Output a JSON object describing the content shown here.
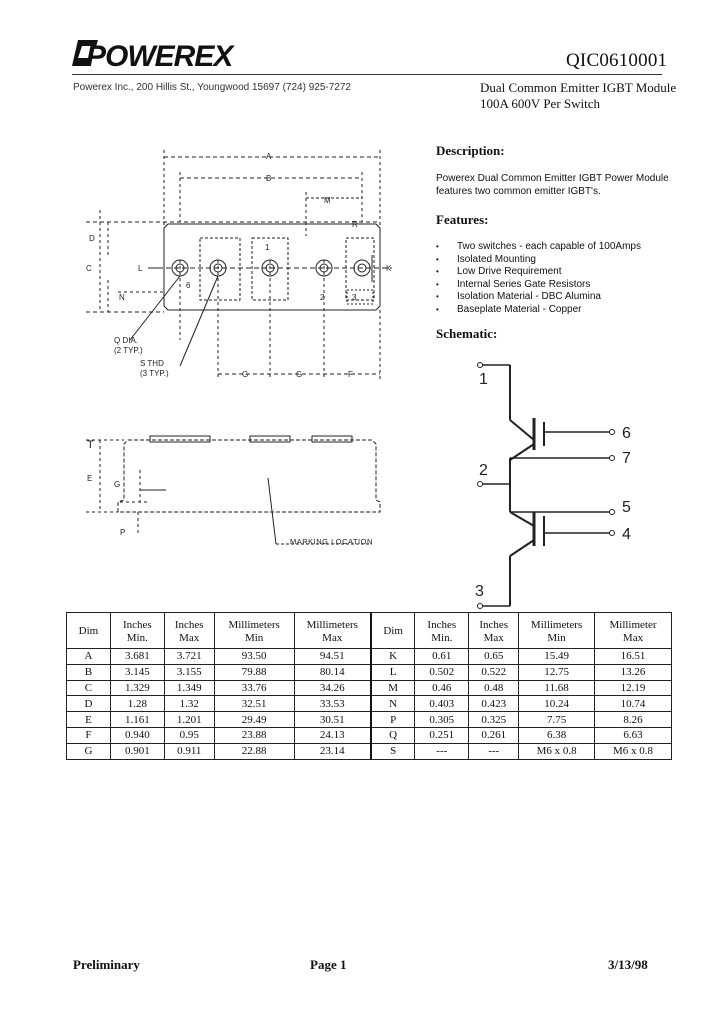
{
  "header": {
    "logo_text": "POWEREX",
    "doc_number": "QIC0610001",
    "address": "Powerex Inc., 200 Hillis St., Youngwood 15697 (724) 925-7272",
    "subtitle_line1": "Dual Common Emitter IGBT Module",
    "subtitle_line2": "100A 600V Per Switch"
  },
  "description": {
    "heading": "Description:",
    "text": "Powerex  Dual Common Emitter IGBT Power Module features two common emitter IGBT's."
  },
  "features": {
    "heading": "Features:",
    "items": [
      "Two switches - each capable of 100Amps",
      "Isolated Mounting",
      "Low Drive Requirement",
      "Internal Series Gate Resistors",
      "Isolation Material  - DBC Alumina",
      "Baseplate Material  - Copper"
    ]
  },
  "schematic": {
    "heading": "Schematic:",
    "terminals": [
      "1",
      "6",
      "2",
      "7",
      "5",
      "4",
      "3"
    ]
  },
  "outline_drawing": {
    "top_view_labels": [
      "A",
      "B",
      "M",
      "D",
      "C",
      "N",
      "L",
      "K",
      "R",
      "Q  DIA.",
      "(2 TYP.)",
      "S  THD",
      "(3 TYP.)",
      "G",
      "G",
      "F"
    ],
    "terminal_numbers": [
      "6",
      "1",
      "2",
      "3"
    ],
    "side_view_labels": [
      "T",
      "E",
      "G",
      "P"
    ],
    "marking_note": "MARKING LOCATION"
  },
  "dimensions_table": {
    "headers": [
      "Dim",
      "Inches Min.",
      "Inches Max",
      "Millimeters Min",
      "Millimeters Max",
      "Dim",
      "Inches Min.",
      "Inches Max",
      "Millimeters Min",
      "Millimeter Max"
    ],
    "header_lines": [
      [
        "Dim",
        ""
      ],
      [
        "Inches",
        "Min."
      ],
      [
        "Inches",
        "Max"
      ],
      [
        "Millimeters",
        "Min"
      ],
      [
        "Millimeters",
        "Max"
      ],
      [
        "Dim",
        ""
      ],
      [
        "Inches",
        "Min."
      ],
      [
        "Inches",
        "Max"
      ],
      [
        "Millimeters",
        "Min"
      ],
      [
        "Millimeter",
        "Max"
      ]
    ],
    "rows": [
      [
        "A",
        "3.681",
        "3.721",
        "93.50",
        "94.51",
        "K",
        "0.61",
        "0.65",
        "15.49",
        "16.51"
      ],
      [
        "B",
        "3.145",
        "3.155",
        "79.88",
        "80.14",
        "L",
        "0.502",
        "0.522",
        "12.75",
        "13.26"
      ],
      [
        "C",
        "1.329",
        "1.349",
        "33.76",
        "34.26",
        "M",
        "0.46",
        "0.48",
        "11.68",
        "12.19"
      ],
      [
        "D",
        "1.28",
        "1.32",
        "32.51",
        "33.53",
        "N",
        "0.403",
        "0.423",
        "10.24",
        "10.74"
      ],
      [
        "E",
        "1.161",
        "1.201",
        "29.49",
        "30.51",
        "P",
        "0.305",
        "0.325",
        "7.75",
        "8.26"
      ],
      [
        "F",
        "0.940",
        "0.95",
        "23.88",
        "24.13",
        "Q",
        "0.251",
        "0.261",
        "6.38",
        "6.63"
      ],
      [
        "G",
        "0.901",
        "0.911",
        "22.88",
        "23.14",
        "S",
        "---",
        "---",
        "M6 x 0.8",
        "M6 x 0.8"
      ]
    ]
  },
  "footer": {
    "left": "Preliminary",
    "center": "Page 1",
    "right": "3/13/98"
  }
}
